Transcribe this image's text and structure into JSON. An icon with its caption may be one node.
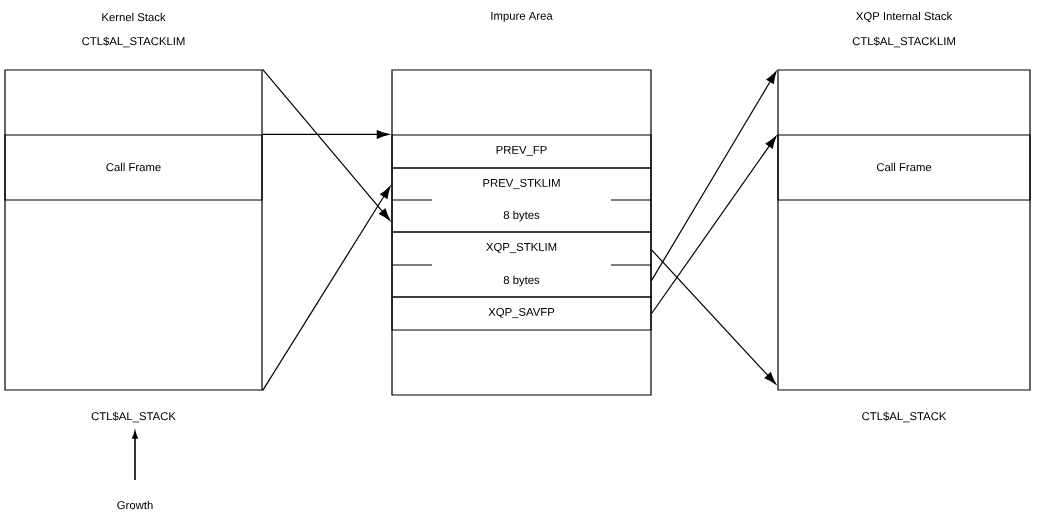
{
  "diagram": {
    "nodes": [
      {
        "text": [
          "Kernel Stack"
        ],
        "beside": [
          "CTL$AL_STACKLIM",
          "CTL$AL_STACK"
        ]
      },
      {
        "text": [
          "Call Frame"
        ],
        "in": 0
      },
      {
        "text": [
          "Impure Area"
        ]
      },
      {
        "text": [
          "PREV_FP"
        ],
        "in": 2
      },
      {
        "text": [
          "PREV_STKLIM",
          "8 bytes"
        ],
        "in": 2
      },
      {
        "text": [
          "XQP_STKLIM",
          "8 bytes"
        ],
        "in": 2
      },
      {
        "text": [
          "XQP_SAVFP"
        ],
        "in": 2
      },
      {
        "text": [
          "XQP Internal Stack"
        ],
        "beside": [
          "CTL$AL_STACKLIM",
          "CTL$AL_STACK"
        ]
      },
      {
        "text": [
          "Call Frame"
        ],
        "in": 7
      }
    ],
    "edges": [
      {
        "from": 0,
        "to": 4,
        "arrow": "to"
      },
      {
        "from": 0,
        "to": 4,
        "arrow": "to"
      },
      {
        "from": 1,
        "to": 3,
        "arrow": "to"
      },
      {
        "from": 5,
        "to": 7,
        "arrow": "to"
      },
      {
        "from": 5,
        "to": 7,
        "arrow": "to"
      },
      {
        "from": 6,
        "to": 8,
        "arrow": "to"
      }
    ],
    "labels": [
      "Growth"
    ]
  }
}
